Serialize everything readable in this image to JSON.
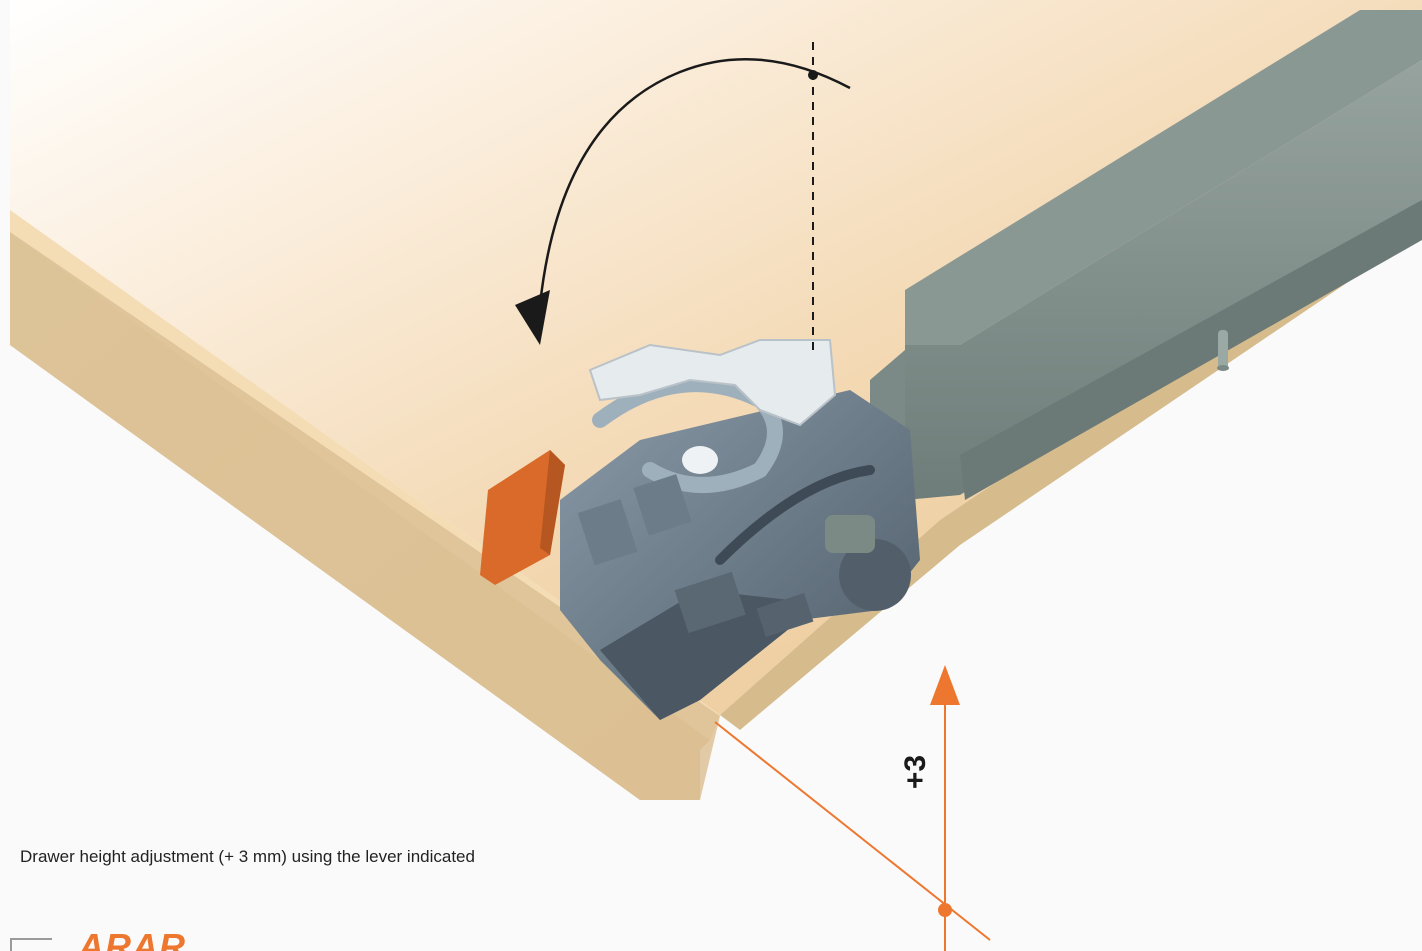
{
  "caption": "Drawer height adjustment (+ 3 mm) using the lever indicated",
  "adjustment_label": "+3",
  "brand_text": "ARAR",
  "colors": {
    "accent": "#ee7730",
    "lever": "#d96a2a",
    "wood_top": "#f1d4a8",
    "wood_edge": "#d9bf90",
    "runner": "#7f8e8a",
    "clip": "#5c6a76",
    "background": "#fafafa"
  },
  "icons": {
    "rotation_arrow": "curved-arrow-icon",
    "height_arrow": "up-arrow-icon"
  }
}
